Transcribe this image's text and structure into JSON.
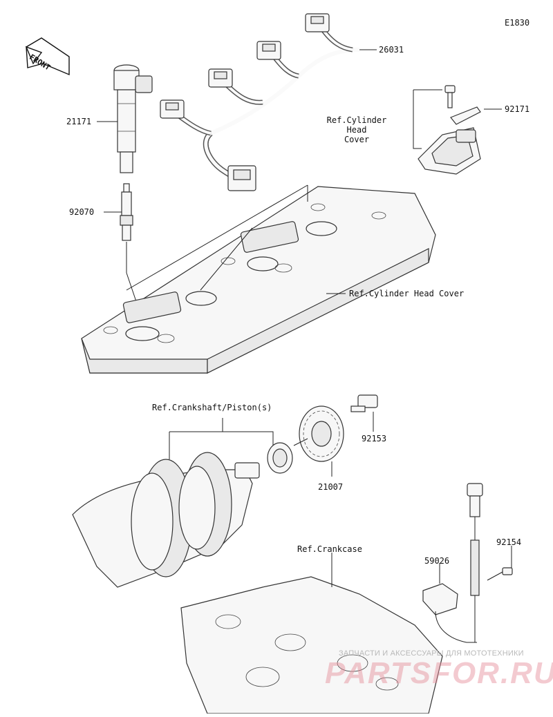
{
  "diagram_code": "E1830",
  "front_label": "FRONT",
  "labels": {
    "part_26031": "26031",
    "part_21171": "21171",
    "part_92070": "92070",
    "part_92171": "92171",
    "ref_cylinder_head_cover_small": "Ref.Cylinder\nHead\nCover",
    "ref_cylinder_head_cover": "Ref.Cylinder Head Cover",
    "ref_crankshaft_piston": "Ref.Crankshaft/Piston(s)",
    "part_92153": "92153",
    "part_21007": "21007",
    "ref_crankcase": "Ref.Crankcase",
    "part_59026": "59026",
    "part_92154": "92154"
  },
  "watermark": {
    "tagline": "ЗАПЧАСТИ И АКСЕССУАРЫ ДЛЯ МОТОТЕХНИКИ",
    "brand": "PARTSFOR.RU"
  }
}
